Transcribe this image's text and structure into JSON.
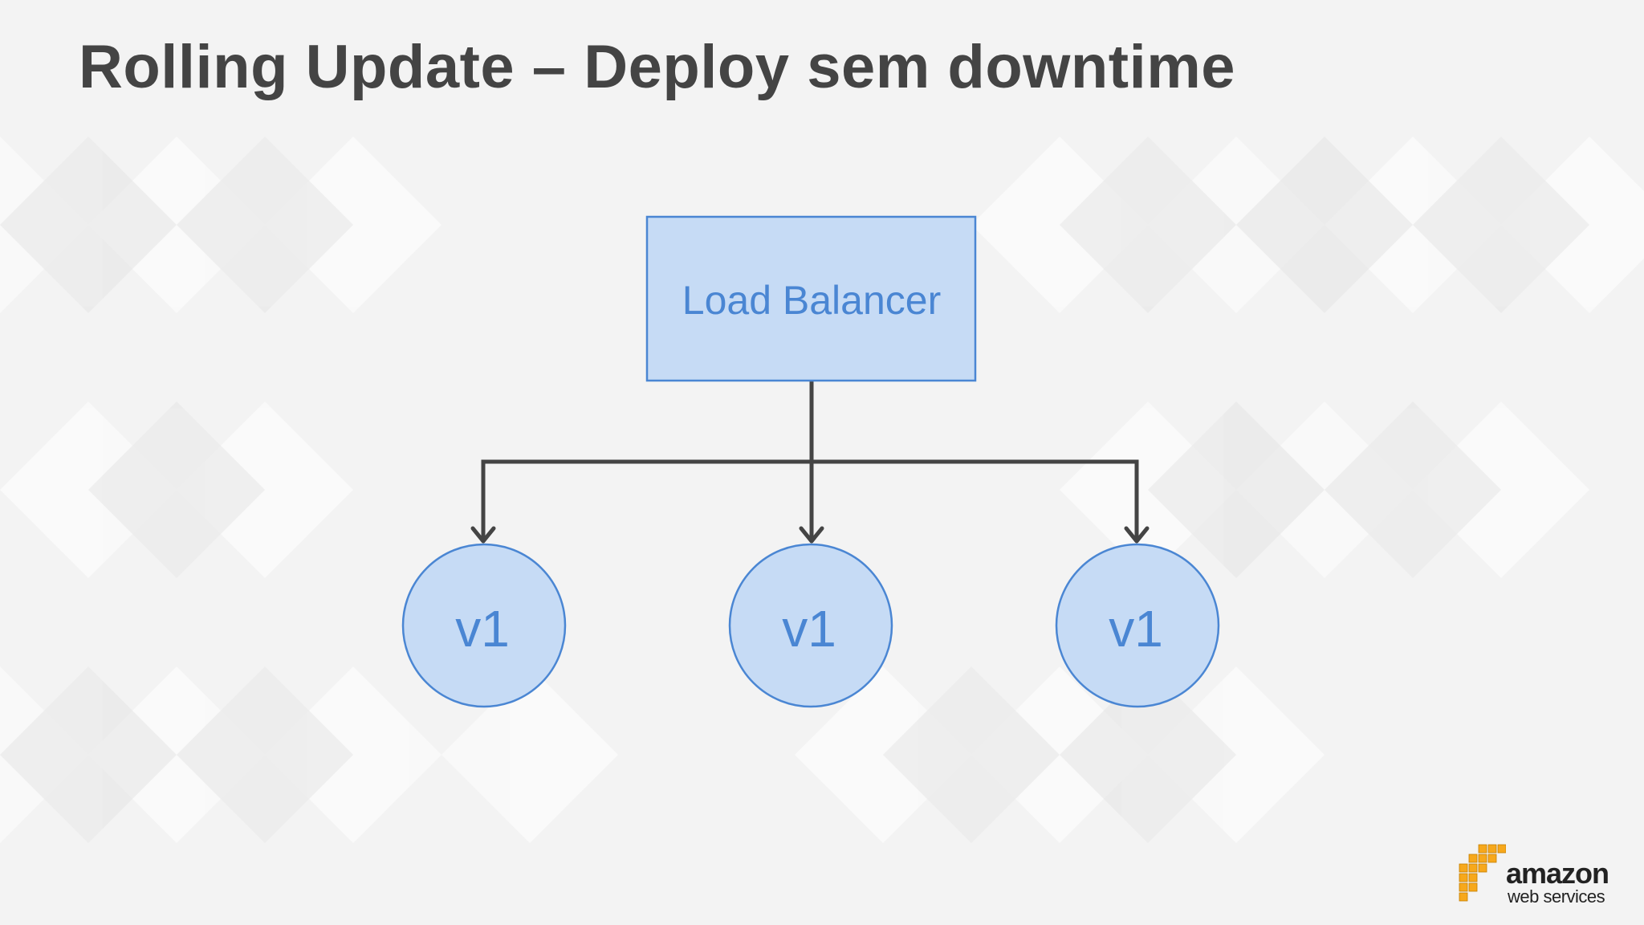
{
  "slide": {
    "title": "Rolling Update – Deploy sem downtime"
  },
  "diagram": {
    "load_balancer": {
      "label": "Load Balancer"
    },
    "instances": [
      {
        "label": "v1"
      },
      {
        "label": "v1"
      },
      {
        "label": "v1"
      }
    ]
  },
  "logo": {
    "name": "amazon",
    "sub": "web services"
  },
  "colors": {
    "title": "#444444",
    "box_fill": "#c6dbf5",
    "box_stroke": "#4a86d3",
    "text_blue": "#4a86d3",
    "connector": "#444444",
    "logo_orange": "#f7a81b"
  }
}
